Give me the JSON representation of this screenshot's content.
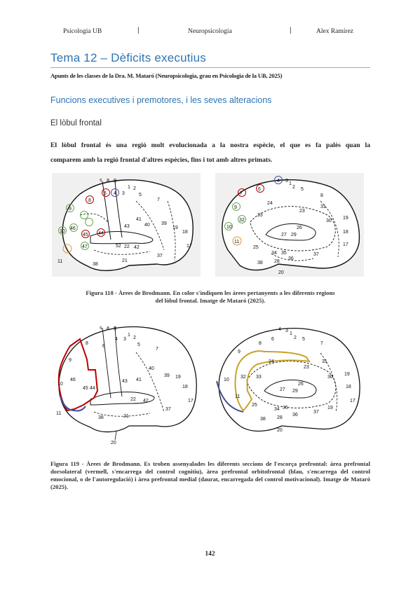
{
  "header": {
    "left": "Psicologia UB",
    "sep": "|",
    "center": "Neuropsicologia",
    "right": "Alex Ramírez"
  },
  "title": "Tema 12 – Dèficits executius",
  "subtitle": "Apunts de les classes de la Dra. M. Mataró (Neuropsicologia, grau en Psicologia de la UB, 2025)",
  "section_title": "Funcions executives i premotores, i les seves alteracions",
  "subsection_title": "El lòbul frontal",
  "paragraph_line1": "El lòbul frontal és una regió molt evolucionada a la nostra espècie, el que es fa palès quan la",
  "paragraph_line2": "comparem amb la regió frontal d'altres espècies, fins i tot amb altres primats.",
  "figure1_caption_line1": "Figura 118 - Àrees de Brodmann. En color s'indiquen les àrees pertanyents a les diferents regions",
  "figure1_caption_line2": "del lòbul frontal. Imatge de Mataró (2025).",
  "figure2_caption": "Figura 119 - Àrees de Brodmann. Es troben assenyalades les diferents seccions de l'escorça prefrontal: àrea prefrontal dorsolateral (vermell, s'encarrega del control cognitiu), àrea prefrontal orbitofrontal (blau, s'encarrega del control emocional, o de l'autoregulació) i àrea prefrontal medial (daurat, encarregada del control motivacional). Imatge de Mataró (2025).",
  "page_number": "142",
  "figure1_lateral_labels": [
    "s",
    "a",
    "g",
    "6",
    "4",
    "3",
    "1",
    "2",
    "5",
    "7",
    "8",
    "9",
    "10",
    "46",
    "45",
    "44",
    "47",
    "11",
    "43",
    "41",
    "40",
    "39",
    "19",
    "18",
    "17",
    "52",
    "22",
    "42",
    "21",
    "37",
    "38"
  ],
  "figure1_medial_labels": [
    "s",
    "a",
    "g",
    "4",
    "3",
    "1",
    "2",
    "5",
    "6",
    "8",
    "7",
    "9",
    "24",
    "31",
    "23",
    "33",
    "32",
    "10",
    "27",
    "26",
    "29",
    "30",
    "19",
    "18",
    "17",
    "11",
    "25",
    "34",
    "35",
    "28",
    "36",
    "38",
    "37",
    "20"
  ],
  "figure2_lateral_labels": [
    "s",
    "a",
    "g",
    "4",
    "3",
    "1",
    "2",
    "5",
    "6",
    "8",
    "7",
    "9",
    "46",
    "10",
    "45",
    "44",
    "40",
    "43",
    "41",
    "39",
    "19",
    "18",
    "17",
    "11",
    "42",
    "22",
    "37",
    "38",
    "21",
    "20"
  ],
  "figure2_medial_labels": [
    "4",
    "3",
    "1",
    "2",
    "5",
    "6",
    "8",
    "7",
    "9",
    "24",
    "31",
    "23",
    "32",
    "10",
    "33",
    "27",
    "26",
    "29",
    "30",
    "19",
    "18",
    "17",
    "11",
    "25",
    "34",
    "35",
    "28",
    "36",
    "38",
    "37",
    "20",
    "19"
  ],
  "colors": {
    "heading_blue": "#2e74b5",
    "rule_blue": "#8eaadb",
    "dorsolateral_red": "#c00000",
    "orbitofrontal_blue": "#4a4f9a",
    "medial_gold": "#c9a227",
    "green_circle": "#6aa84f",
    "orange_circle": "#e69138"
  }
}
